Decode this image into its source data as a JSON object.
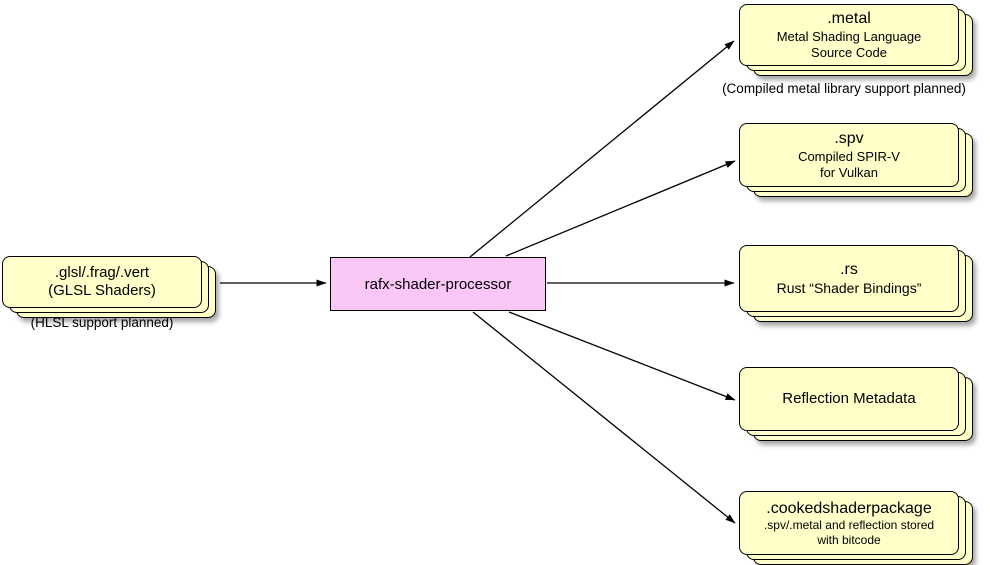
{
  "diagram": {
    "source": {
      "line1": ".glsl/.frag/.vert",
      "line2": "(GLSL Shaders)",
      "caption": "(HLSL support planned)"
    },
    "processor": {
      "label": "rafx-shader-processor"
    },
    "outputs": {
      "metal": {
        "title": ".metal",
        "sub1": "Metal Shading Language",
        "sub2": "Source Code",
        "caption": "(Compiled metal library support planned)"
      },
      "spv": {
        "title": ".spv",
        "sub1": "Compiled SPIR-V",
        "sub2": "for Vulkan"
      },
      "rs": {
        "title": ".rs",
        "sub1": "Rust “Shader Bindings”"
      },
      "reflection": {
        "title": "Reflection Metadata"
      },
      "cooked": {
        "title": ".cookedshaderpackage",
        "sub1": ".spv/.metal and reflection stored",
        "sub2": "with bitcode"
      }
    },
    "edges": [
      {
        "from": "glsl-source",
        "to": "rafx-shader-processor"
      },
      {
        "from": "rafx-shader-processor",
        "to": "metal-output"
      },
      {
        "from": "rafx-shader-processor",
        "to": "spv-output"
      },
      {
        "from": "rafx-shader-processor",
        "to": "rs-output"
      },
      {
        "from": "rafx-shader-processor",
        "to": "reflection-metadata-output"
      },
      {
        "from": "rafx-shader-processor",
        "to": "cookedshaderpackage-output"
      }
    ],
    "colors": {
      "document_fill": "#FFFFC9",
      "processor_fill": "#FAC7F7",
      "border": "#000000",
      "arrow": "#000000",
      "background": "#FFFFFF"
    }
  }
}
